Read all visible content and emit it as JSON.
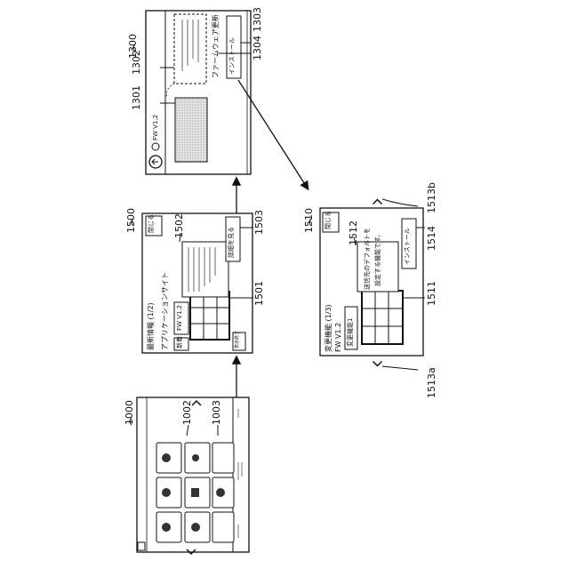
{
  "refs": {
    "r1000": "1000",
    "r1002": "1002",
    "r1003": "1003",
    "r1500": "1500",
    "r1502": "1502",
    "r1501": "1501",
    "r1503": "1503",
    "r1300": "1300",
    "r1301": "1301",
    "r1302": "1302",
    "r1303": "1303",
    "r1304": "1304",
    "r1510": "1510",
    "r1512": "1512",
    "r1511": "1511",
    "r1513a": "1513a",
    "r1513b": "1513b",
    "r1514": "1514"
  },
  "screen1500": {
    "title": "最新情報 (1/2)",
    "close": "閉じる",
    "app_site": "アプリケーションサイト",
    "new_badge": "新着",
    "fw": "FW V1.2",
    "detail_button": "詳細を見る",
    "bottom_tag": "表示終了"
  },
  "screen1300": {
    "fw": "FW V1.2",
    "firmware_update": "ファームウェア更新",
    "install": "インストール"
  },
  "screen1510": {
    "title": "変更機能 (1/3)",
    "close": "閉じる",
    "fw": "FW V1.2",
    "changed_func": "変更機能1",
    "description_line1": "送信先のデフォルトを",
    "description_line2": "設定する機能です。",
    "install": "インストール"
  }
}
